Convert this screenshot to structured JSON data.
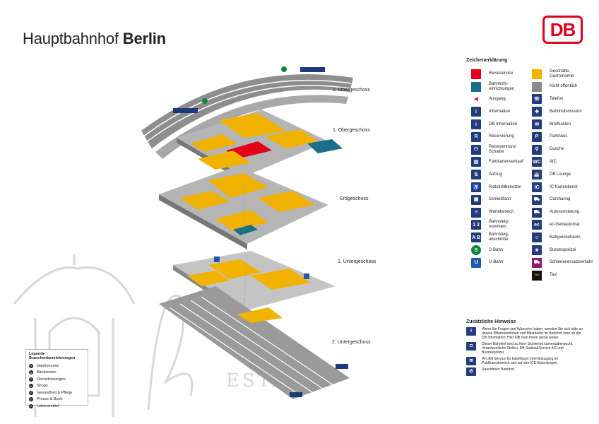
{
  "title_light": "Hauptbahnhof ",
  "title_bold": "Berlin",
  "logo": "DB",
  "levels": [
    "2. Obergeschoss",
    "1. Obergeschoss",
    "Erdgeschoss",
    "1. Untergeschoss",
    "2. Untergeschoss"
  ],
  "legend": {
    "heading": "Zeichenerklärung",
    "left": [
      {
        "label": "Reiseservice",
        "color": "#e2001a",
        "icon": "red-square"
      },
      {
        "label": "Bahnhofs-\neinrichtungen",
        "color": "#1b6f8a",
        "icon": "teal-square"
      },
      {
        "label": "Ausgang",
        "color": "#e2001a",
        "icon": "exit-arrow"
      },
      {
        "label": "Information",
        "icon": "info-icon",
        "glyph": "i"
      },
      {
        "label": "DB Information",
        "icon": "db-info-icon",
        "glyph": "i"
      },
      {
        "label": "Reservierung",
        "icon": "reservation-icon",
        "glyph": "R"
      },
      {
        "label": "Reisezentrum/\nSchalter",
        "icon": "travel-center-icon",
        "glyph": "⚇"
      },
      {
        "label": "Fahrkartenverkauf",
        "icon": "ticket-machine-icon",
        "glyph": "▤"
      },
      {
        "label": "Aufzug",
        "icon": "elevator-icon",
        "glyph": "⇅"
      },
      {
        "label": "Rollstuhlbenutzer",
        "icon": "wheelchair-icon",
        "glyph": "♿"
      },
      {
        "label": "Schließfach",
        "icon": "locker-icon",
        "glyph": "▦"
      },
      {
        "label": "Wartebereich",
        "icon": "waiting-area-icon",
        "glyph": "⑁"
      },
      {
        "label": "Bahnsteig-\nnummern",
        "icon": "platform-number-icon",
        "glyph": "1 2"
      },
      {
        "label": "Bahnsteig-\nabschnitte",
        "icon": "platform-section-icon",
        "glyph": "A B"
      },
      {
        "label": "S-Bahn",
        "color": "#0a8a3a",
        "icon": "s-bahn-icon",
        "glyph": "S"
      },
      {
        "label": "U-Bahn",
        "color": "#1e5aa8",
        "icon": "u-bahn-icon",
        "glyph": "U"
      }
    ],
    "right": [
      {
        "label": "Geschäfte,\nGastronomie",
        "color": "#f2b200",
        "icon": "yellow-square"
      },
      {
        "label": "Nicht öffentlich",
        "color": "#8a8a8a",
        "icon": "grey-square"
      },
      {
        "label": "Telefon",
        "icon": "phone-icon",
        "glyph": "☏"
      },
      {
        "label": "Bahnhofsmission",
        "icon": "mission-icon",
        "glyph": "✚"
      },
      {
        "label": "Briefkasten",
        "icon": "mailbox-icon",
        "glyph": "✉"
      },
      {
        "label": "Parkhaus",
        "icon": "parking-icon",
        "glyph": "P"
      },
      {
        "label": "Dusche",
        "icon": "shower-icon",
        "glyph": "⚲"
      },
      {
        "label": "WC",
        "icon": "wc-icon",
        "glyph": "WC"
      },
      {
        "label": "DB Lounge",
        "icon": "lounge-icon",
        "glyph": "☕"
      },
      {
        "label": "IC Kurierdienst",
        "icon": "courier-icon",
        "glyph": "IC"
      },
      {
        "label": "Carsharing",
        "icon": "carsharing-icon",
        "glyph": "⛟"
      },
      {
        "label": "Autovermietung",
        "icon": "car-rental-icon",
        "glyph": "⛟"
      },
      {
        "label": "ec-Geldautomat",
        "icon": "atm-icon",
        "glyph": "ec"
      },
      {
        "label": "Babywickelraum",
        "icon": "baby-icon",
        "glyph": "☺"
      },
      {
        "label": "Bundespolizei",
        "icon": "police-icon",
        "glyph": "★"
      },
      {
        "label": "Schienenersatzverkehr",
        "color": "#8a1e6e",
        "icon": "bus-icon",
        "glyph": "⛟"
      },
      {
        "label": "Taxi",
        "color": "#111111",
        "icon": "taxi-icon",
        "glyph": "TAXI"
      }
    ]
  },
  "hints": {
    "heading": "Zusätzliche Hinweise",
    "items": [
      {
        "icon": "info-icon",
        "text": "Wenn Sie Fragen und Wünsche haben, wenden Sie sich bitte an unsere Mitarbeiterinnen und Mitarbeiter im Bahnhof oder an die DB Information. Hier hilft man Ihnen gerne weiter."
      },
      {
        "icon": "camera-icon",
        "text": "Dieser Bahnhof wird zu Ihrer Sicherheit kameraüberwacht. Verantwortliche Stellen: DB Station&Service AG und Bundespolizei"
      },
      {
        "icon": "wifi-icon",
        "text": "W-LAN Service für kabellosen Internetzugang im Publikumsbereich und auf den ICE-Bahnsteigen."
      },
      {
        "icon": "no-smoking-icon",
        "text": "Rauchfreier Bahnhof"
      }
    ]
  },
  "branch_legend": {
    "heading": "Legende Branchenbezeichnungen",
    "items": [
      {
        "letter": "A",
        "label": "Gastronomie"
      },
      {
        "letter": "B",
        "label": "Bäckereien"
      },
      {
        "letter": "C",
        "label": "Dienstleistungen"
      },
      {
        "letter": "D",
        "label": "Shops"
      },
      {
        "letter": "E",
        "label": "Gesundheit & Pflege"
      },
      {
        "letter": "F",
        "label": "Presse & Buch"
      },
      {
        "letter": "G",
        "label": "Lebensmittel"
      }
    ]
  },
  "watermark": "ESTA"
}
